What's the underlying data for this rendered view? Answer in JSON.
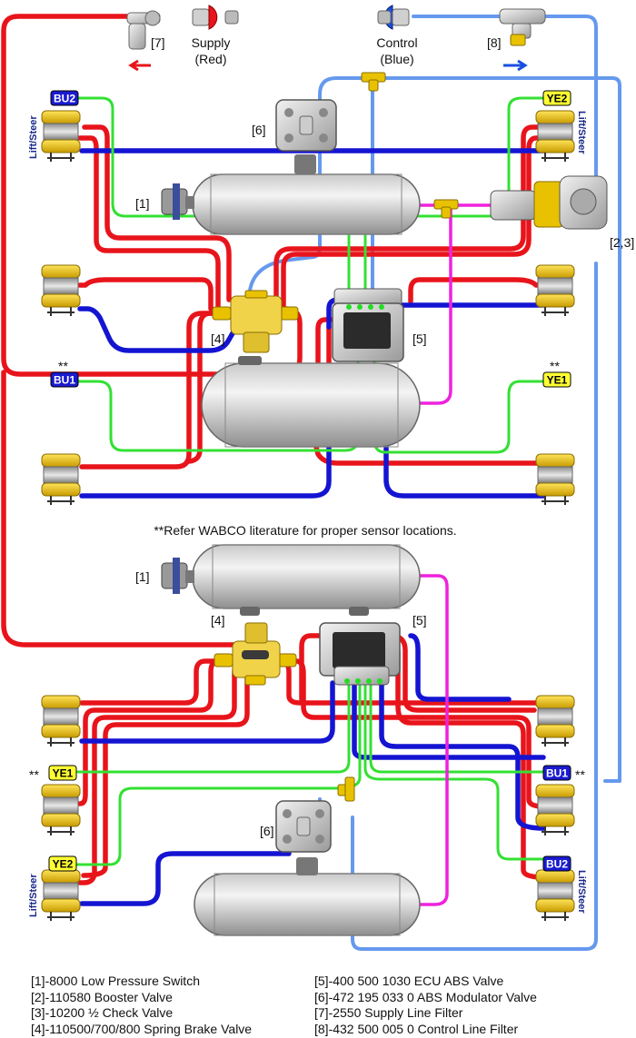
{
  "connectors": {
    "supply": {
      "label_line1": "Supply",
      "label_line2": "(Red)"
    },
    "control": {
      "label_line1": "Control",
      "label_line2": "(Blue)"
    }
  },
  "refs": {
    "r1": "[1]",
    "r23": "[2,3]",
    "r4": "[4]",
    "r5": "[5]",
    "r6": "[6]",
    "r7": "[7]",
    "r8": "[8]"
  },
  "tags": {
    "bu1": "BU1",
    "bu2": "BU2",
    "ye1": "YE1",
    "ye2": "YE2",
    "star": "**"
  },
  "side_label": "Lift/Steer",
  "note": "**Refer WABCO literature for proper sensor locations.",
  "legend": [
    "[1]-8000 Low Pressure Switch",
    "[5]-400 500 1030 ECU ABS Valve",
    "[2]-110580 Booster Valve",
    "[6]-472 195 033 0 ABS Modulator Valve",
    "[3]-10200 ½ Check Valve",
    "[7]-2550 Supply Line Filter",
    "[4]-110500/700/800 Spring Brake Valve",
    "[8]-432 500 005 0 Control Line Filter"
  ],
  "colors": {
    "supply_line": "#e8141b",
    "control_line": "#1414d2",
    "sensor_line": "#33e033",
    "gladhand_line": "#6699ee",
    "tank_line": "#ee22dd",
    "airbag": "#e8c200",
    "tag_blue": "#1a1ad0",
    "tag_yellow": "#ffff33"
  }
}
